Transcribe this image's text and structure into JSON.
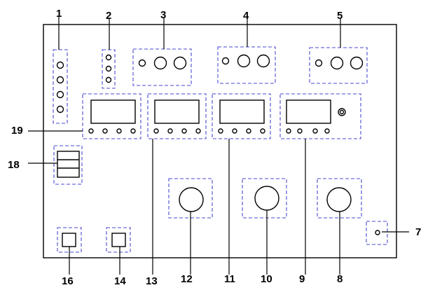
{
  "callouts": {
    "c1": "1",
    "c2": "2",
    "c3": "3",
    "c4": "4",
    "c5": "5",
    "c7": "7",
    "c8": "8",
    "c9": "9",
    "c10": "10",
    "c11": "11",
    "c12": "12",
    "c13": "13",
    "c14": "14",
    "c16": "16",
    "c18": "18",
    "c19": "19"
  },
  "colors": {
    "outline": "#000000",
    "dashed_box": "#4a4ad0",
    "background": "#ffffff"
  }
}
